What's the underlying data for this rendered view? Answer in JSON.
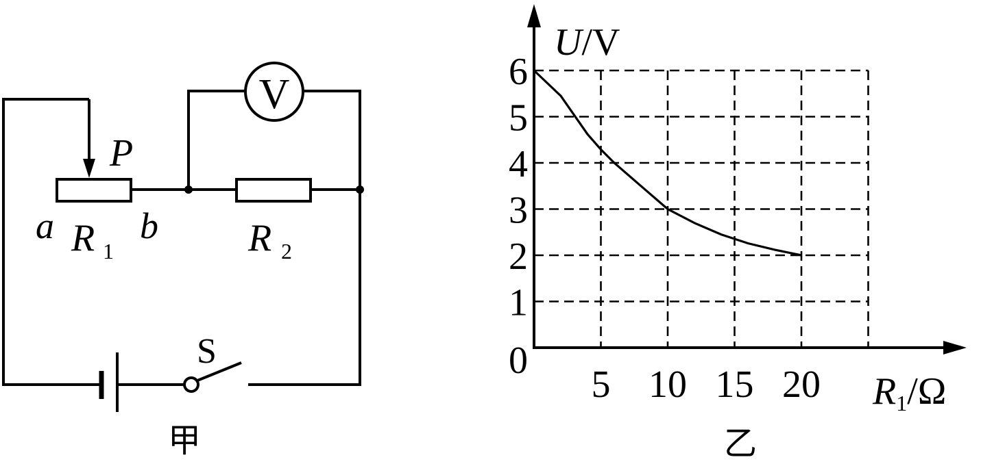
{
  "circuit": {
    "caption": "甲",
    "labels": {
      "slider": "P",
      "end_a": "a",
      "end_b": "b",
      "r1_letter": "R",
      "r1_sub": "1",
      "r2_letter": "R",
      "r2_sub": "2",
      "voltmeter": "V",
      "switch": "S"
    }
  },
  "graph": {
    "caption": "乙",
    "y_axis": {
      "letter": "U",
      "unit": "/V"
    },
    "x_axis": {
      "letter": "R",
      "sub": "1",
      "unit": "/Ω"
    },
    "origin_label": "0"
  },
  "chart_data": {
    "type": "line",
    "xlabel": "R1/Ω",
    "ylabel": "U/V",
    "xlim": [
      0,
      25
    ],
    "ylim": [
      0,
      6
    ],
    "x_ticks": [
      "5",
      "10",
      "15",
      "20"
    ],
    "y_ticks": [
      "1",
      "2",
      "3",
      "4",
      "5",
      "6"
    ],
    "grid": true,
    "series": [
      {
        "points": [
          [
            0,
            6
          ],
          [
            2,
            5.45
          ],
          [
            4,
            4.62
          ],
          [
            5,
            4.29
          ],
          [
            6,
            4.0
          ],
          [
            8,
            3.5
          ],
          [
            10,
            3.0
          ],
          [
            12,
            2.7
          ],
          [
            14,
            2.45
          ],
          [
            16,
            2.26
          ],
          [
            18,
            2.12
          ],
          [
            20,
            2.0
          ]
        ]
      }
    ]
  }
}
